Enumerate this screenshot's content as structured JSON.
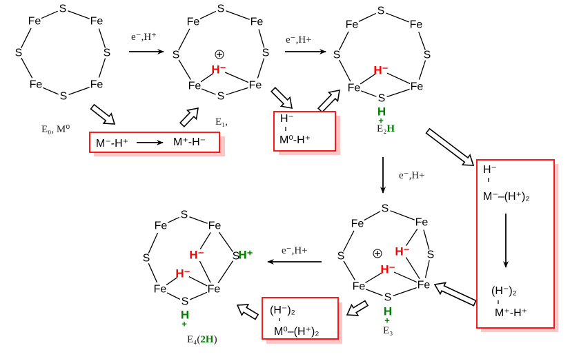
{
  "atoms": {
    "fe": "Fe",
    "s": "S",
    "h_minus": "H⁻",
    "h": "H",
    "plus": "+",
    "sh": "S",
    "sh_h_plus": "H⁺",
    "cation": "⊕"
  },
  "colors": {
    "hydride": "#ff0000",
    "proton": "#008000",
    "box_border": "#ff0000",
    "box_shadow": "#ffc4c4"
  },
  "states": {
    "e0": "E₀, M⁰",
    "e1": "E₁,",
    "e2": "E₂",
    "e2_h": "H",
    "e3": "E₃",
    "e4": "E₄(",
    "e4_2h": "2H",
    "e4_close": ")"
  },
  "reaction_labels": {
    "step1": "e⁻,H⁺",
    "step2": "e⁻,H+",
    "step3": "e⁻,H+",
    "step4": "e⁻,H+"
  },
  "boxes": {
    "box1": {
      "left": "M⁻-H⁺",
      "right": "M⁺-H⁻"
    },
    "box2": {
      "top": "H⁻",
      "bottom": "M⁰-H⁺"
    },
    "box3": {
      "top": "H⁻",
      "middle": "M⁻–(H⁺)₂",
      "lower_top": "(H⁻)₂",
      "lower_bottom": "M⁺-H⁺"
    },
    "box4": {
      "top": "(H⁻)₂",
      "bottom": "M⁰–(H⁺)₂"
    }
  }
}
